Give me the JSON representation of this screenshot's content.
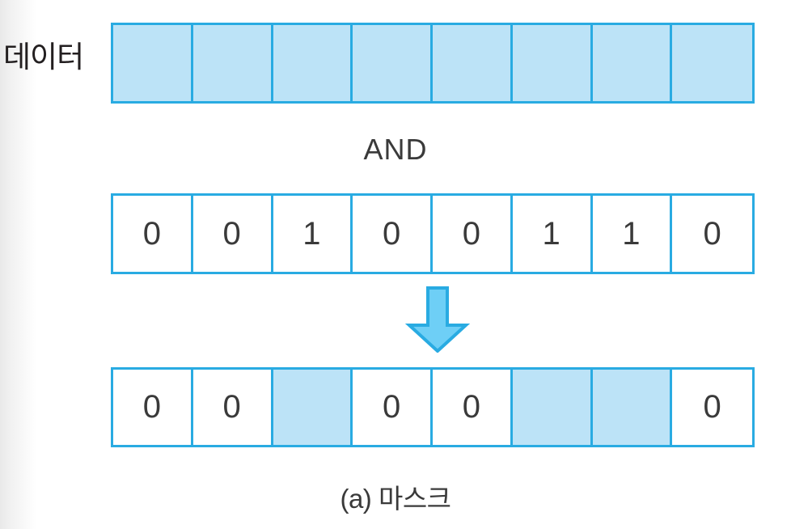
{
  "figure": {
    "caption": "(a) 마스크",
    "operator_label": "AND",
    "data_row_label": "데이터",
    "colors": {
      "cell_fill": "#bce3f7",
      "cell_border": "#29abe2",
      "arrow_fill": "#6ecff6",
      "arrow_outline": "#29abe2",
      "text": "#3a3a3a"
    }
  },
  "chart_data": {
    "type": "table",
    "title": "(a) 마스크",
    "rows": [
      {
        "name": "data",
        "label": "데이터",
        "cells": [
          {
            "value": "",
            "filled": true
          },
          {
            "value": "",
            "filled": true
          },
          {
            "value": "",
            "filled": true
          },
          {
            "value": "",
            "filled": true
          },
          {
            "value": "",
            "filled": true
          },
          {
            "value": "",
            "filled": true
          },
          {
            "value": "",
            "filled": true
          },
          {
            "value": "",
            "filled": true
          }
        ]
      },
      {
        "name": "mask",
        "label": "",
        "cells": [
          {
            "value": "0",
            "filled": false
          },
          {
            "value": "0",
            "filled": false
          },
          {
            "value": "1",
            "filled": false
          },
          {
            "value": "0",
            "filled": false
          },
          {
            "value": "0",
            "filled": false
          },
          {
            "value": "1",
            "filled": false
          },
          {
            "value": "1",
            "filled": false
          },
          {
            "value": "0",
            "filled": false
          }
        ]
      },
      {
        "name": "result",
        "label": "",
        "cells": [
          {
            "value": "0",
            "filled": false
          },
          {
            "value": "0",
            "filled": false
          },
          {
            "value": "",
            "filled": true
          },
          {
            "value": "0",
            "filled": false
          },
          {
            "value": "0",
            "filled": false
          },
          {
            "value": "",
            "filled": true
          },
          {
            "value": "",
            "filled": true
          },
          {
            "value": "0",
            "filled": false
          }
        ]
      }
    ],
    "operator": "AND",
    "arrow": "down-arrow"
  }
}
